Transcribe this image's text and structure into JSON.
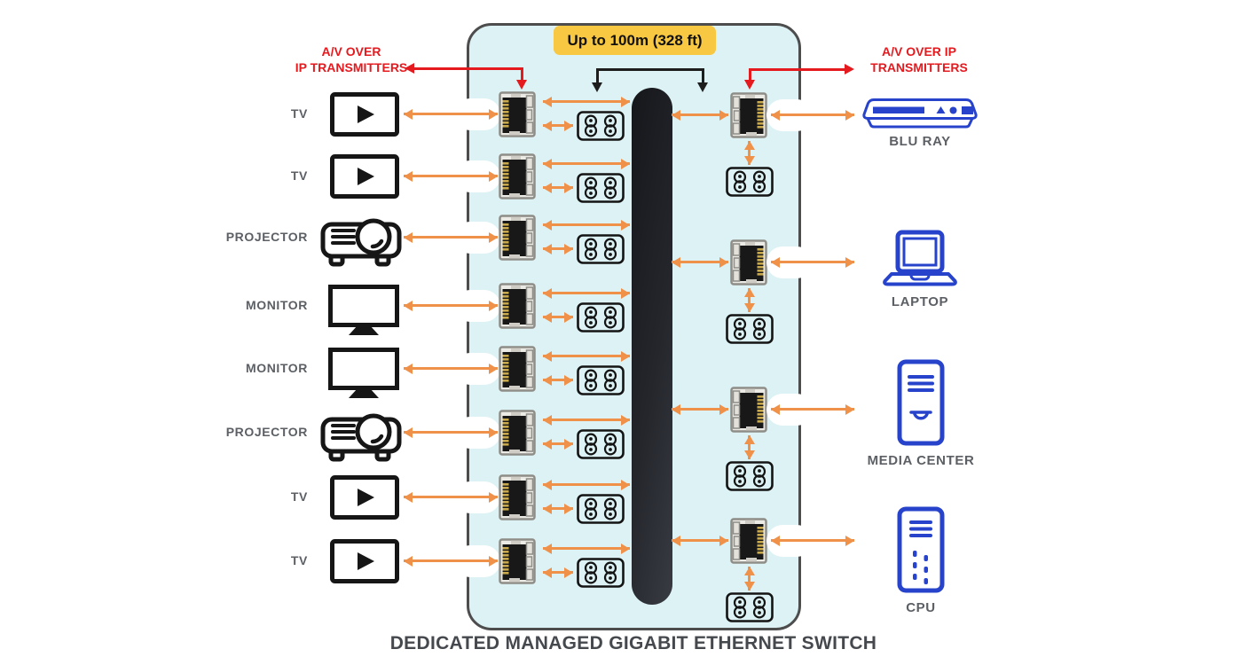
{
  "diagram": {
    "badge_label": "Up to 100m (328 ft)",
    "title": "DEDICATED MANAGED GIGABIT ETHERNET SWITCH",
    "left_label_line1": "A/V OVER",
    "left_label_line2": "IP TRANSMITTERS",
    "right_label_line1": "A/V OVER IP",
    "right_label_line2": "TRANSMITTERS",
    "left_devices": [
      {
        "label": "TV",
        "icon": "tv-icon"
      },
      {
        "label": "TV",
        "icon": "tv-icon"
      },
      {
        "label": "PROJECTOR",
        "icon": "projector-icon"
      },
      {
        "label": "MONITOR",
        "icon": "monitor-icon"
      },
      {
        "label": "MONITOR",
        "icon": "monitor-icon"
      },
      {
        "label": "PROJECTOR",
        "icon": "projector-icon"
      },
      {
        "label": "TV",
        "icon": "tv-icon"
      },
      {
        "label": "TV",
        "icon": "tv-icon"
      }
    ],
    "right_devices": [
      {
        "label": "BLU RAY",
        "icon": "bluray-icon"
      },
      {
        "label": "LAPTOP",
        "icon": "laptop-icon"
      },
      {
        "label": "MEDIA CENTER",
        "icon": "media-center-icon"
      },
      {
        "label": "CPU",
        "icon": "cpu-icon"
      }
    ],
    "colors": {
      "panel_bg": "#dcf2f4",
      "panel_border": "#4d4d4d",
      "arrow_orange": "#f0914a",
      "accent_red": "#e41a1f",
      "badge_yellow": "#f8c842",
      "device_blue": "#2743cb",
      "switch_dark": "#24262c",
      "label_gray": "#5c6065"
    }
  }
}
